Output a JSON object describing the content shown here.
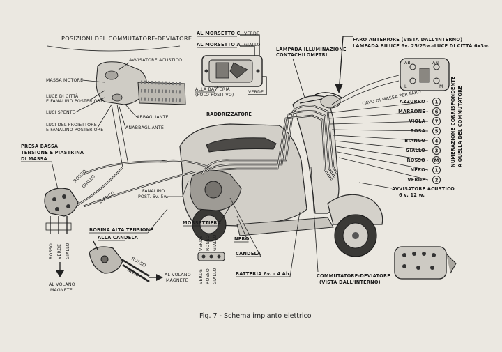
{
  "switch_section": {
    "title": "POSIZIONI DEL COMMUTATORE-DEVIATORE",
    "avvisatore": "AVVISATORE ACUSTICO",
    "massa_motore": "MASSA MOTORE",
    "luce_citta_1": "LUCE DI CITTÀ",
    "luce_citta_2": "E FANALINO POSTERIORE",
    "luci_spente": "LUCI SPENTE",
    "proiettore_1": "LUCI DEL PROIETTORE",
    "proiettore_2": "E FANALINO POSTERIORE",
    "abbagliante": "ABBAGLIANTE",
    "anabbagliante": "ANABBAGLIANTE"
  },
  "regulator": {
    "morsetto_c": "AL MORSETTO C",
    "morsetto_a": "AL MORSETTO A",
    "verde": "VERDE",
    "giallo": "GIALLO",
    "verde2": "VERDE",
    "batteria_1": "ALLA BATTERIA",
    "batteria_2": "(POLO POSITIVO)",
    "raddrizzatore": "RADDRIZZATORE"
  },
  "lamp": {
    "line1": "LAMPADA ILLUMINAZIONE",
    "line2": "CONTACHILOMETRI"
  },
  "headlamp": {
    "line1": "FARO ANTERIORE (VISTA DALL'INTERNO)",
    "line2": "LAMPADA BILUCE 6v. 25/25w.-LUCE DI CITTÀ 6x3w.",
    "cavo_massa": "CAVO DI MASSA PER FARO"
  },
  "color_list": [
    {
      "name": "AZZURRO",
      "num": "1"
    },
    {
      "name": "MARRONE",
      "num": "6"
    },
    {
      "name": "VIOLA",
      "num": "7"
    },
    {
      "name": "ROSA",
      "num": "5"
    },
    {
      "name": "BIANCO",
      "num": "4"
    },
    {
      "name": "GIALLO",
      "num": "3"
    },
    {
      "name": "ROSSO",
      "num": "M"
    },
    {
      "name": "NERO",
      "num": "1"
    },
    {
      "name": "VERDE",
      "num": "2"
    }
  ],
  "numerazione": {
    "line1": "NUMERAZIONE CORRISPONDENTE",
    "line2": "A QUELLA DEL COMMUTATORE"
  },
  "horn": {
    "line1": "AVVISATORE ACUSTICO",
    "line2": "6 v. 12 w."
  },
  "left_section": {
    "presa_1": "PRESA BASSA",
    "presa_2": "TENSIONE E PIASTRINA",
    "presa_3": "DI MASSA",
    "rosso": "ROSSO",
    "giallo": "GIALLO",
    "bianco": "BIANCO",
    "rosso_v": "ROSSO",
    "verde_v": "VERDE",
    "giallo_v": "GIALLO",
    "volano_1": "AL VOLANO",
    "volano_2": "MAGNETE"
  },
  "rear": {
    "fanalino_1": "FANALINO",
    "fanalino_2": "POST. 6v. 5w."
  },
  "coil": {
    "bobina": "BOBINA ALTA TENSIONE",
    "candela_top": "ALLA CANDELA",
    "rosso": "ROSSO",
    "nero": "NERO",
    "volano_1": "AL VOLANO",
    "volano_2": "MAGNETE"
  },
  "morsettiera": {
    "title": "MORSETTIERA",
    "verde_a": "VERDE",
    "rosso_a": "ROSSO",
    "giallo_a": "GIALLO",
    "verde_b": "VERDE",
    "rosso_b": "ROSSO",
    "giallo_b": "GIALLO"
  },
  "engine": {
    "nero": "NERO",
    "candela": "CANDELA",
    "batteria": "BATTERIA 6v. - 4 Ah."
  },
  "commutatore": {
    "line1": "COMMUTATORE-DEVIATORE",
    "line2": "(VISTA DALL'INTERNO)"
  },
  "caption": "Fig. 7 - Schema impianto elettrico"
}
